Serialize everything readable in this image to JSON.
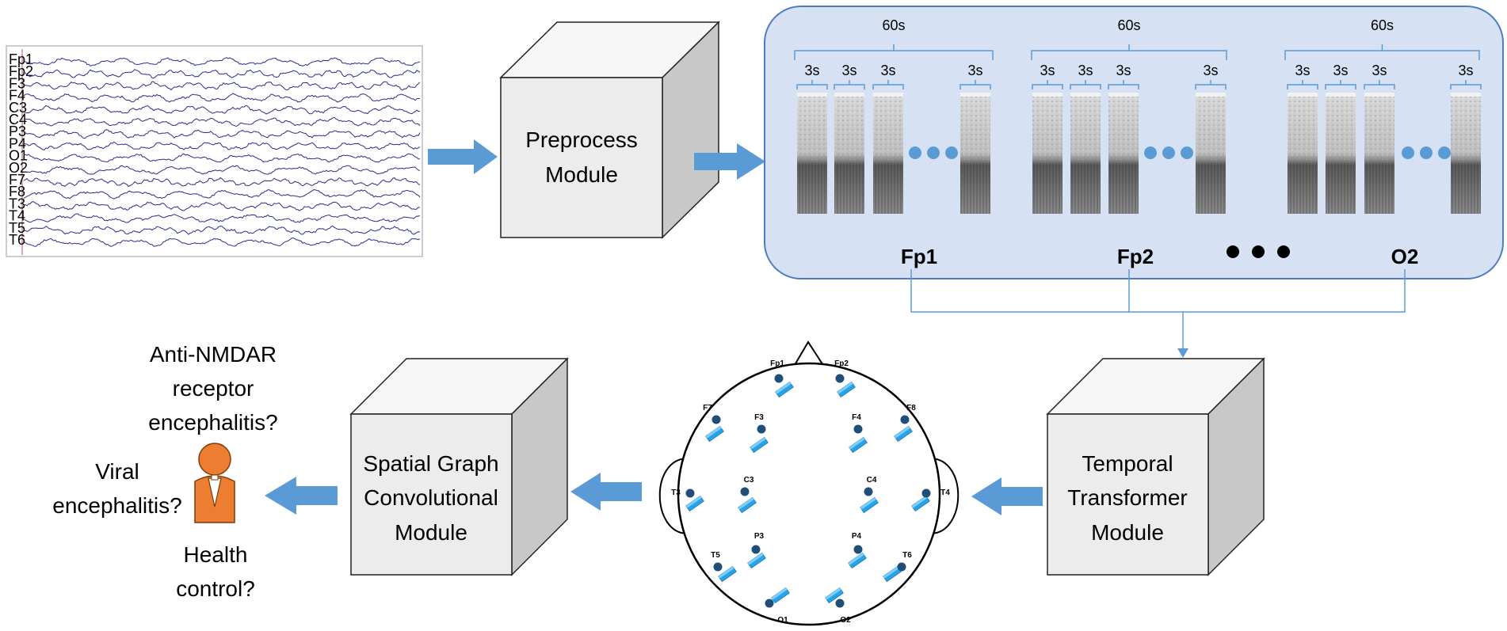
{
  "eeg_channels": [
    "Fp1",
    "Fp2",
    "F3",
    "F4",
    "C3",
    "C4",
    "P3",
    "P4",
    "O1",
    "O2",
    "F7",
    "F8",
    "T3",
    "T4",
    "T5",
    "T6"
  ],
  "preprocess": {
    "line1": "Preprocess",
    "line2": "Module"
  },
  "segments": {
    "window": "60s",
    "slice": "3s",
    "groups": [
      "Fp1",
      "Fp2",
      "O2"
    ]
  },
  "temporal": {
    "line1": "Temporal",
    "line2": "Transformer",
    "line3": "Module"
  },
  "spatial": {
    "line1": "Spatial Graph",
    "line2": "Convolutional",
    "line3": "Module"
  },
  "scalp_electrodes": [
    "Fp1",
    "Fp2",
    "F7",
    "F3",
    "F4",
    "F8",
    "T3",
    "C3",
    "C4",
    "T4",
    "T5",
    "P3",
    "P4",
    "T6",
    "O1",
    "O2"
  ],
  "outcomes": {
    "anti_nmdar": [
      "Anti-NMDAR",
      "receptor",
      "encephalitis?"
    ],
    "viral": [
      "Viral",
      "encephalitis?"
    ],
    "health": [
      "Health",
      "control?"
    ]
  },
  "colors": {
    "arrow": "#5b9bd5",
    "cube_front": "#ececec",
    "cube_side": "#c8c8c8",
    "cube_top": "#f6f6f6",
    "panel_fill": "#d6e2f4",
    "panel_stroke": "#4f7cc0",
    "bracket": "#5b9bd5",
    "eeg_trace": "#2b2d8a",
    "electrode": "#1f4e79",
    "person": "#ed7d31"
  }
}
